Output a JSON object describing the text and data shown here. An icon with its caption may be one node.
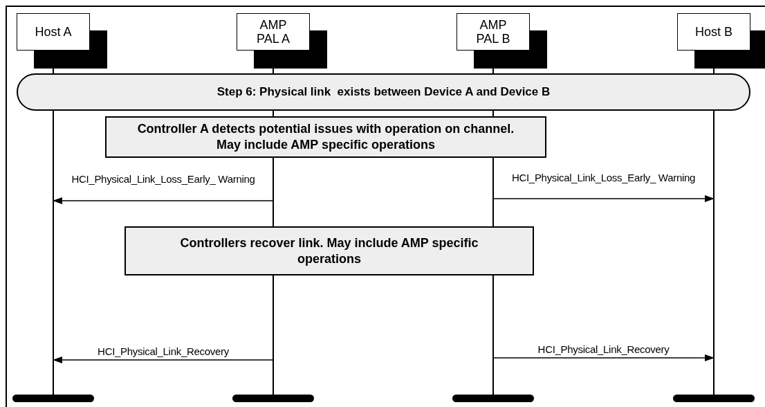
{
  "diagram": {
    "nodes": [
      {
        "text": [
          "Host A"
        ]
      },
      {
        "text": [
          "AMP PAL A"
        ]
      },
      {
        "text": [
          "AMP PAL B"
        ]
      },
      {
        "text": [
          "Host B"
        ]
      },
      {
        "text": [
          "Step 6: Physical link  exists between Device A and Device B"
        ]
      },
      {
        "text": [
          "Controller A detects potential issues with operation on channel. May include AMP specific operations"
        ]
      },
      {
        "text": [
          "Controllers recover link. May include AMP specific operations"
        ]
      }
    ],
    "edges": [
      {
        "from": 1,
        "to": 0,
        "arrow": "to",
        "label": "HCI_Physical_Link_Loss_Early_ Warning"
      },
      {
        "from": 2,
        "to": 3,
        "arrow": "to",
        "label": "HCI_Physical_Link_Loss_Early_ Warning"
      },
      {
        "from": 1,
        "to": 0,
        "arrow": "to",
        "label": "HCI_Physical_Link_Recovery"
      },
      {
        "from": 2,
        "to": 3,
        "arrow": "to",
        "label": "HCI_Physical_Link_Recovery"
      }
    ]
  }
}
